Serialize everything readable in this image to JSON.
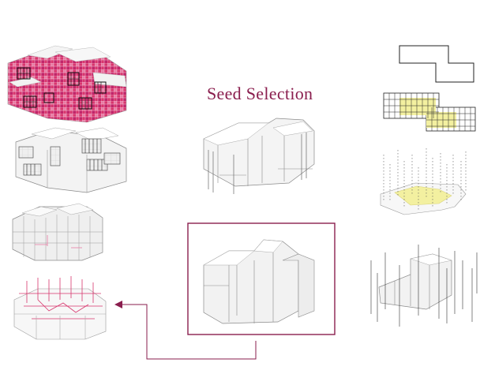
{
  "title": "Seed Selection",
  "colors": {
    "accent": "#8a1e4e",
    "pink": "#d8376e",
    "pink_light": "#e77aa3",
    "lilac": "#b5a3d6",
    "yellow": "#f3f0a0",
    "line": "#3a3a3a",
    "grey": "#d9d9d9"
  },
  "panels": {
    "left": [
      "pink-facade-model",
      "window-facade-model",
      "pixel-massing-model",
      "red-wireframe-model"
    ],
    "center": [
      "seed-model-open",
      "seed-model-selected"
    ],
    "right": [
      "footprint-outline",
      "grid-with-yellow-seed",
      "point-cloud-with-yellow-seed",
      "extruded-columns-model"
    ]
  }
}
